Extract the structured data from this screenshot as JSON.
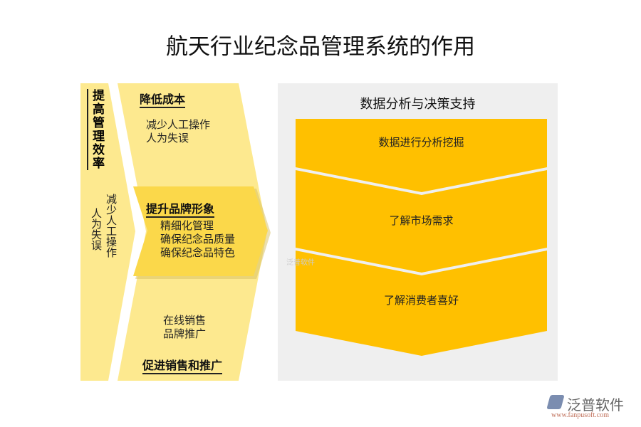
{
  "title": "航天行业纪念品管理系统的作用",
  "left": {
    "col1": {
      "heading": "提高管理效率",
      "lines": [
        "减少人工操作",
        "人为失误"
      ]
    },
    "col2_top": {
      "heading": "降低成本",
      "lines": [
        "减少人工操作",
        "人为失误"
      ]
    },
    "col2_mid": {
      "heading": "提升品牌形象",
      "lines": [
        "精细化管理",
        "确保纪念品质量",
        "确保纪念品特色"
      ]
    },
    "col2_bottom": {
      "heading": "促进销售和推广",
      "lines": [
        "在线销售",
        "品牌推广"
      ]
    }
  },
  "right": {
    "heading": "数据分析与决策支持",
    "steps": [
      "数据进行分析挖掘",
      "了解市场需求",
      "了解消费者喜好"
    ]
  },
  "watermark": "泛普软件",
  "logo": {
    "name": "泛普软件",
    "url": "www.fanpusoft.com"
  },
  "colors": {
    "light_yellow": "#fde98f",
    "mid_yellow": "#fbd84a",
    "accent": "#ffc000",
    "panel": "#efefef"
  }
}
